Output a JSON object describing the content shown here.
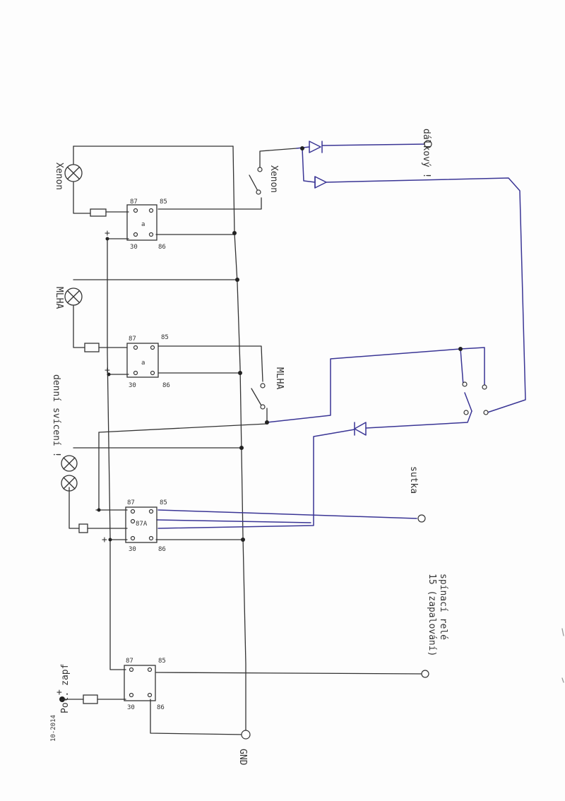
{
  "labels": {
    "dalkovy": "dálkový !",
    "xenon_lamp": "Xenon",
    "xenon_switch": "Xenon",
    "mlha_lamp": "MLHA",
    "mlha_switch": "MLHA",
    "denni": "denní svícení !",
    "sutka": "sutka",
    "ignition_line1": "15 (zapalování)",
    "ignition_line2": "spínací relé",
    "gnd": "GND",
    "pol": "Pol. zapf",
    "date": "10-2014",
    "plus": "+"
  },
  "relays": [
    {
      "p30": "30",
      "p86": "86",
      "p87": "87",
      "p85": "85",
      "type": "a"
    },
    {
      "p30": "30",
      "p86": "86",
      "p87": "87",
      "p85": "85",
      "type": "a"
    },
    {
      "p30": "30",
      "p86": "86",
      "p87": "87",
      "p87a": "87A",
      "p85": "85"
    },
    {
      "p30": "30",
      "p86": "86",
      "p87": "87",
      "p85": "85"
    }
  ],
  "colors": {
    "pencil": "#333333",
    "blue_pen": "#3a3595"
  }
}
